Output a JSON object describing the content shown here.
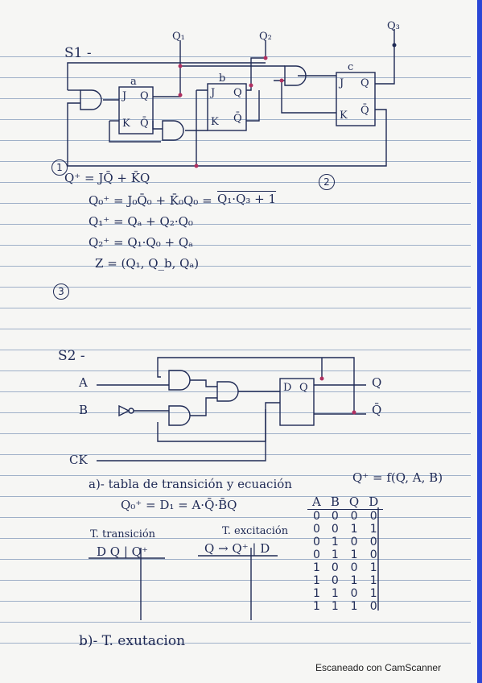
{
  "s1": {
    "label": "S1 -",
    "q1": "Q₁",
    "q2": "Q₂",
    "q3": "Q₃",
    "ff_a": "a",
    "ff_b": "b",
    "ff_c": "c",
    "j": "J",
    "k": "K",
    "q": "Q",
    "qbar": "Q̄"
  },
  "s1_notes": {
    "n1": "1",
    "n2": "2",
    "n3": "3",
    "eq1": "Q⁺ = JQ̄ + K̄Q",
    "eq2": "Q₀⁺ = J₀Q̄₀ + K̄₀Q₀ =",
    "eq2_right": "Q₁·Q₃ + 1",
    "eq3": "Q₁⁺ = Qₐ + Q₂·Q₀",
    "eq4": "Q₂⁺ = Q₁·Q₀ + Qₐ",
    "eq5": "Z = (Q₁, Q_b, Qₐ)"
  },
  "s2": {
    "label": "S2 -",
    "a": "A",
    "b": "B",
    "ck": "CK",
    "out_q": "Q",
    "out_qbar": "Q̄",
    "ff_d": "D",
    "ff_q": "Q"
  },
  "s2_notes": {
    "a_title": "a)- tabla de transición y ecuación",
    "a_func": "Q⁺ = f(Q, A, B)",
    "eq": "Q₀⁺ = D₁ = A·Q̄·B̄Q",
    "t_trans": "T. transición",
    "t_trans_cols": "D  Q | Q⁺",
    "t_exc": "T. excitación",
    "t_exc_cols": "Q → Q⁺ | D",
    "b_title": "b)- T. exutacion"
  },
  "truth_table": {
    "headers": [
      "A",
      "B",
      "Q",
      "D"
    ],
    "rows": [
      [
        "0",
        "0",
        "0",
        "0"
      ],
      [
        "0",
        "0",
        "1",
        "1"
      ],
      [
        "0",
        "1",
        "0",
        "0"
      ],
      [
        "0",
        "1",
        "1",
        "0"
      ],
      [
        "1",
        "0",
        "0",
        "1"
      ],
      [
        "1",
        "0",
        "1",
        "1"
      ],
      [
        "1",
        "1",
        "0",
        "1"
      ],
      [
        "1",
        "1",
        "1",
        "0"
      ]
    ]
  },
  "footer": "Escaneado con CamScanner"
}
